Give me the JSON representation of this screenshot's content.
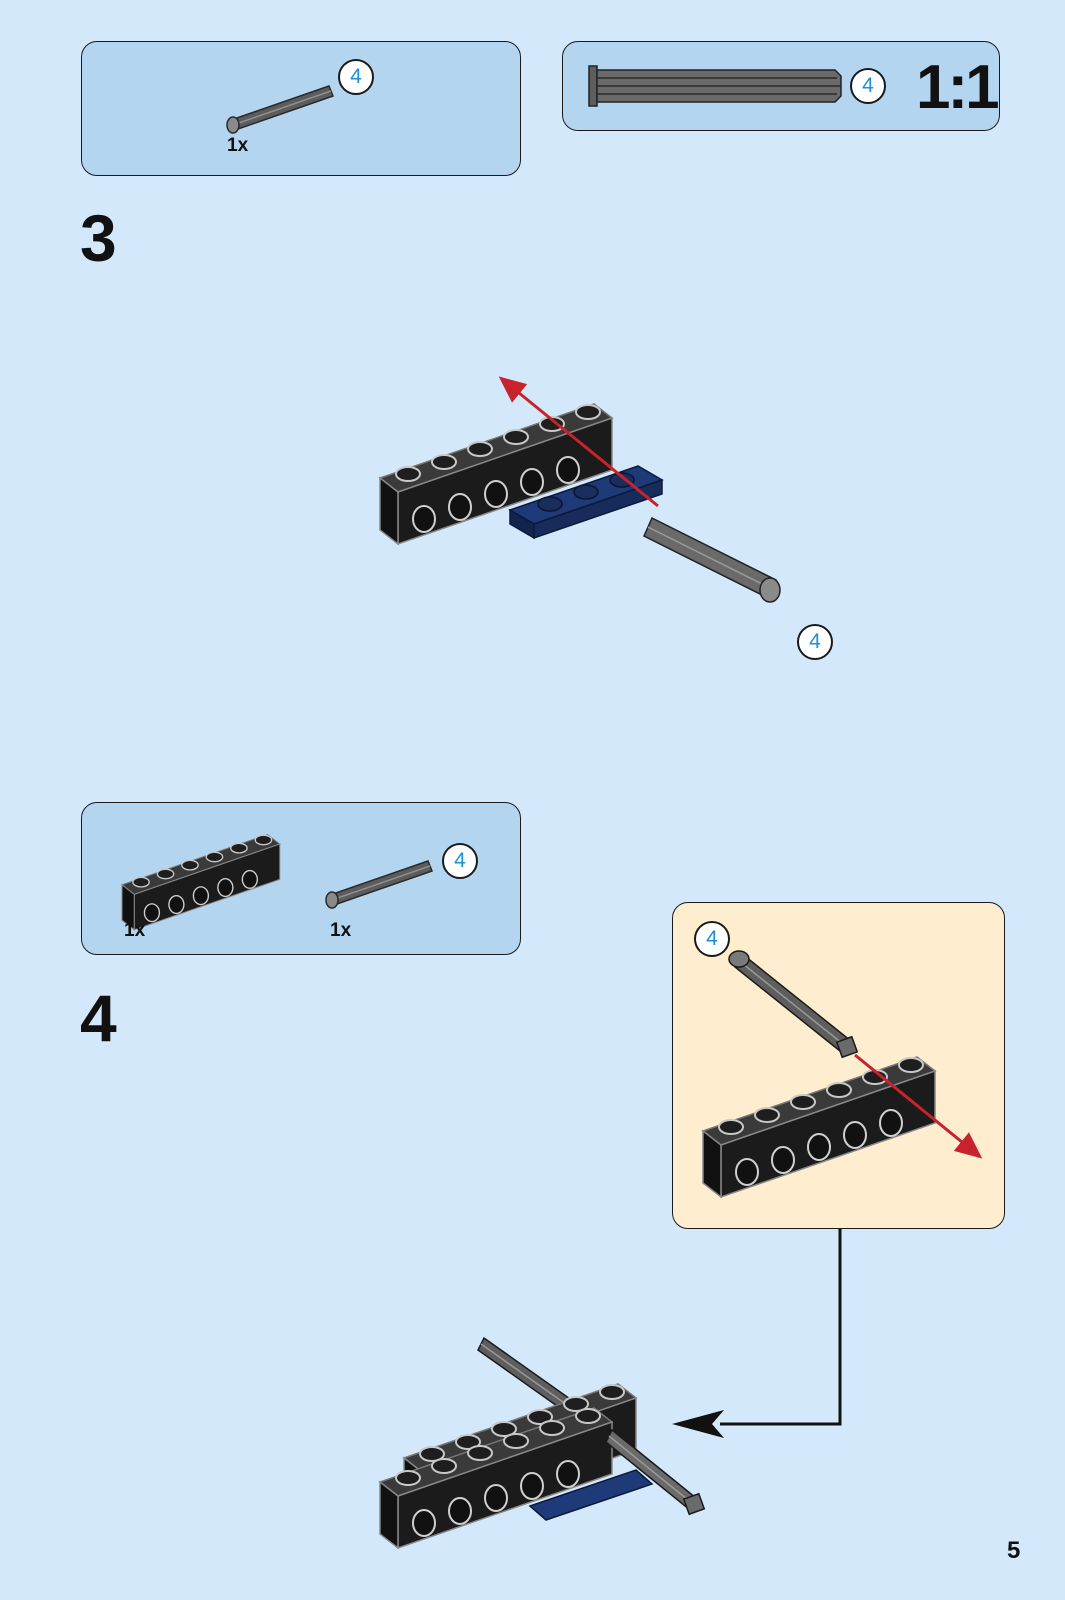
{
  "step3": {
    "number": "3",
    "parts": [
      {
        "name": "axle",
        "length_badge": "4",
        "quantity": "1x"
      }
    ],
    "axle_callout": "4"
  },
  "scale_box": {
    "length_badge": "4",
    "ratio": "1:1"
  },
  "step4": {
    "number": "4",
    "parts": [
      {
        "name": "technic-brick-1x6",
        "quantity": "1x"
      },
      {
        "name": "axle",
        "length_badge": "4",
        "quantity": "1x"
      }
    ],
    "subassembly_callout": "4"
  },
  "page_number": "5",
  "colors": {
    "background": "#d3e9fb",
    "parts_box": "#b3d5f0",
    "subassembly_box": "#ffedcf",
    "arrow_red": "#c8232c",
    "badge_text": "#1f8fd0",
    "brick_black": "#1d1d1d",
    "plate_blue": "#1f3a78",
    "axle_gray": "#5a5a5a"
  }
}
